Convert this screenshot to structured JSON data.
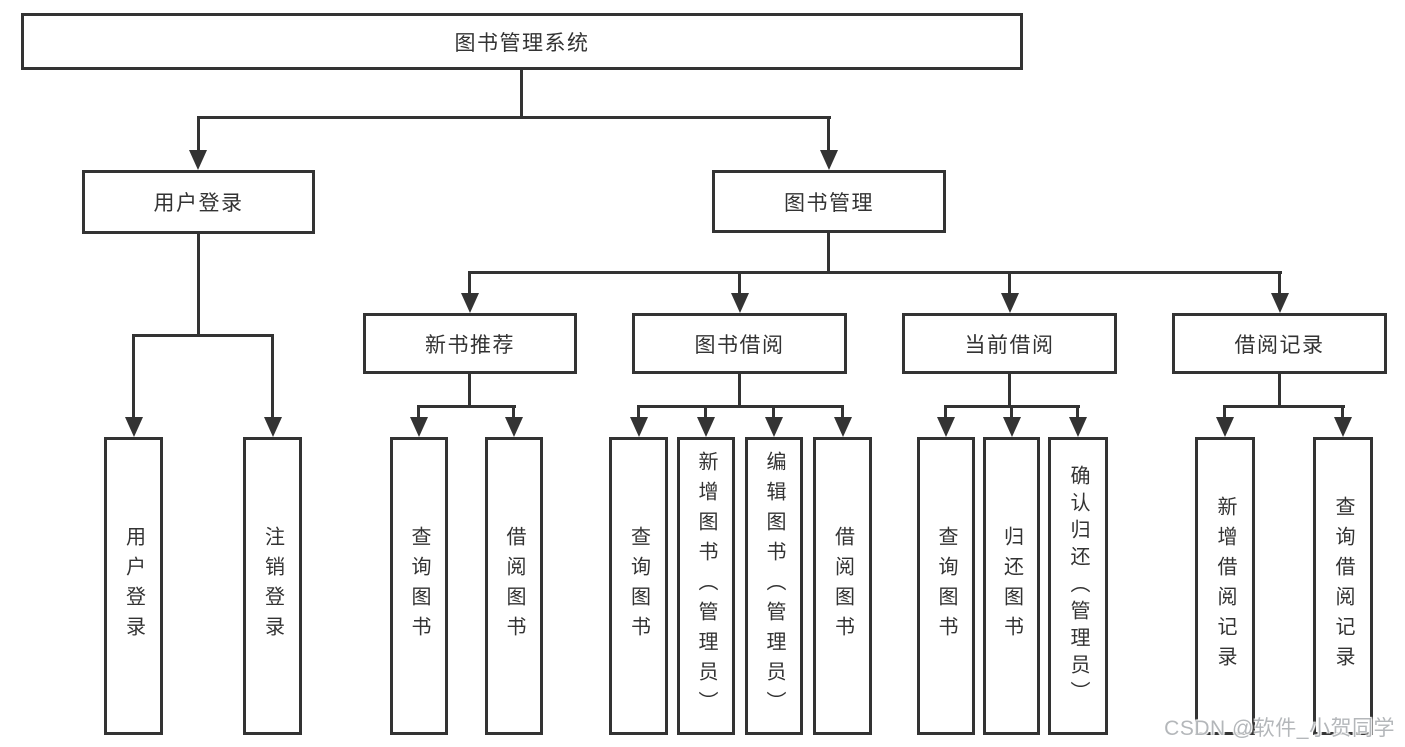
{
  "diagram": {
    "root": {
      "label": "图书管理系统"
    },
    "level2": [
      {
        "label": "用户登录"
      },
      {
        "label": "图书管理"
      }
    ],
    "level3": [
      {
        "label": "新书推荐"
      },
      {
        "label": "图书借阅"
      },
      {
        "label": "当前借阅"
      },
      {
        "label": "借阅记录"
      }
    ],
    "leaves": [
      {
        "parent": "用户登录",
        "label": "用户登录"
      },
      {
        "parent": "用户登录",
        "label": "注销登录"
      },
      {
        "parent": "新书推荐",
        "label": "查询图书"
      },
      {
        "parent": "新书推荐",
        "label": "借阅图书"
      },
      {
        "parent": "图书借阅",
        "label": "查询图书"
      },
      {
        "parent": "图书借阅",
        "label": "新增图书（管理员）"
      },
      {
        "parent": "图书借阅",
        "label": "编辑图书（管理员）"
      },
      {
        "parent": "图书借阅",
        "label": "借阅图书"
      },
      {
        "parent": "当前借阅",
        "label": "查询图书"
      },
      {
        "parent": "当前借阅",
        "label": "归还图书"
      },
      {
        "parent": "当前借阅",
        "label": "确认归还（管理员）"
      },
      {
        "parent": "借阅记录",
        "label": "新增借阅记录"
      },
      {
        "parent": "借阅记录",
        "label": "查询借阅记录"
      }
    ]
  },
  "watermark": {
    "text": "CSDN @软件_小贺同学"
  },
  "colors": {
    "line": "#333333",
    "box_border": "#333333",
    "box_fill": "#ffffff",
    "text": "#333333",
    "watermark_text": "#b4b7ba",
    "background": "#ffffff"
  }
}
